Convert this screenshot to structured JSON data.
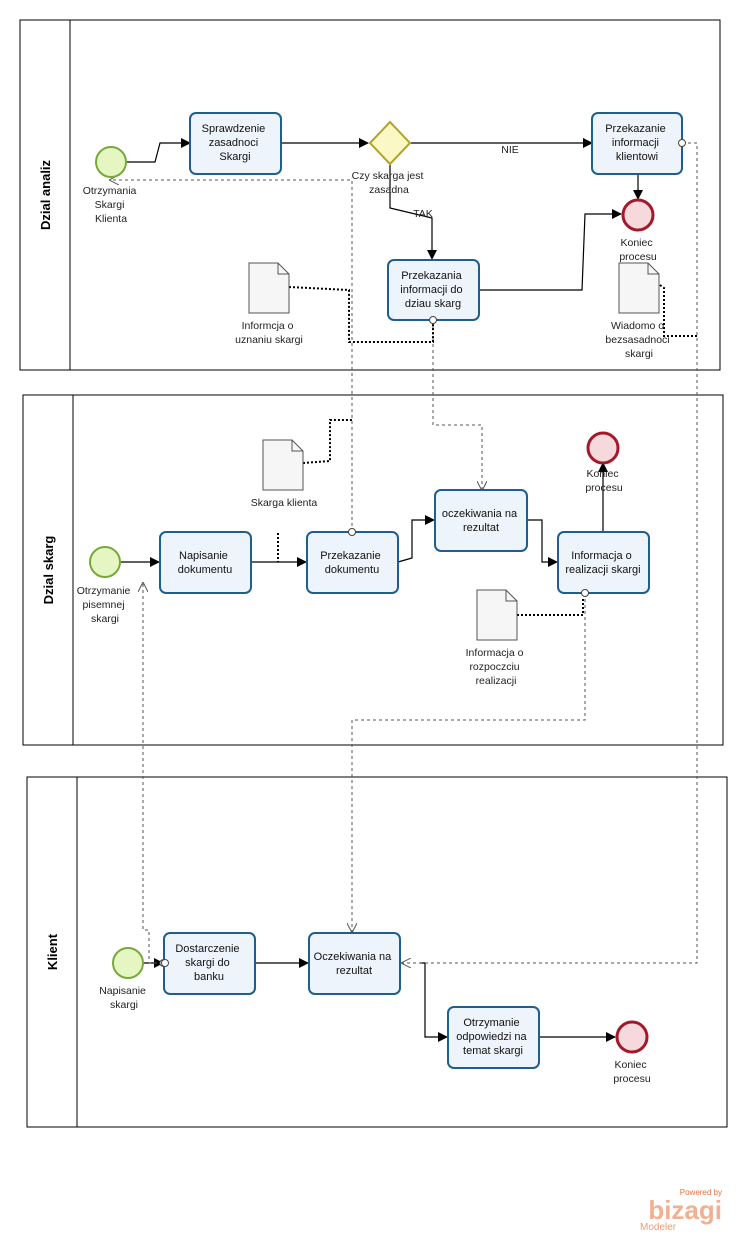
{
  "lanes": [
    {
      "id": "lane1",
      "label": "Dzial analiz"
    },
    {
      "id": "lane2",
      "label": "Dzial skarg"
    },
    {
      "id": "lane3",
      "label": "Klient"
    }
  ],
  "events": {
    "start_analiz": [
      "Otrzymania",
      "Skargi",
      "Klienta"
    ],
    "end_analiz": [
      "Koniec",
      "procesu"
    ],
    "start_skarg": [
      "Otrzymanie",
      "pisemnej",
      "skargi"
    ],
    "end_skarg": [
      "Koniec",
      "procesu"
    ],
    "start_klient": [
      "Napisanie",
      "skargi"
    ],
    "end_klient": [
      "Koniec",
      "procesu"
    ]
  },
  "tasks": {
    "sprawdzenie": [
      "Sprawdzenie",
      "zasadnoci",
      "Skargi"
    ],
    "przekazanie_klient": [
      "Przekazanie",
      "informacji",
      "klientowi"
    ],
    "przekazania_dzial": [
      "Przekazania",
      "informacji do",
      "dziau skarg"
    ],
    "napisanie_dok": [
      "Napisanie",
      "dokumentu"
    ],
    "przekazanie_dok": [
      "Przekazanie",
      "dokumentu"
    ],
    "oczekiwania_skarg": [
      "oczekiwania na",
      "rezultat"
    ],
    "informacja_real": [
      "Informacja o",
      "realizacji skargi"
    ],
    "dostarczenie": [
      "Dostarczenie",
      "skargi do",
      "banku"
    ],
    "oczekiwania_klient": [
      "Oczekiwania na",
      "rezultat"
    ],
    "otrzymanie_odp": [
      "Otrzymanie",
      "odpowiedzi na",
      "temat skargi"
    ]
  },
  "gateway": {
    "label": [
      "Czy skarga jest",
      "zasadna"
    ],
    "yes": "TAK",
    "no": "NIE"
  },
  "documents": {
    "uznanie": [
      "Informcja o",
      "uznaniu skargi"
    ],
    "bezzasadnosc": [
      "Wiadomo o",
      "bezsasadnoci",
      "skargi"
    ],
    "skarga_klienta": [
      "Skarga klienta"
    ],
    "rozpoczecie": [
      "Informacja o",
      "rozpoczciu",
      "realizacji"
    ]
  },
  "watermark": {
    "powered_by": "Powered by",
    "brand": "bizagi",
    "product": "Modeler",
    "color": "#e8703a"
  }
}
